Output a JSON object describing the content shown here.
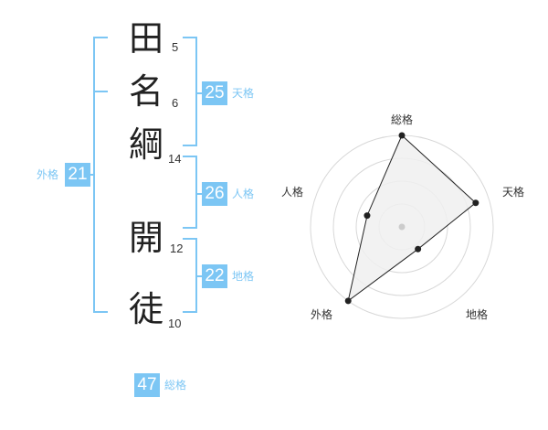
{
  "name": {
    "chars": [
      {
        "char": "田",
        "strokes": "5"
      },
      {
        "char": "名",
        "strokes": "6"
      },
      {
        "char": "綱",
        "strokes": "14"
      },
      {
        "char": "開",
        "strokes": "12"
      },
      {
        "char": "徒",
        "strokes": "10"
      }
    ]
  },
  "grades": {
    "tenkaku": {
      "label": "天格",
      "value": "25"
    },
    "jinkaku": {
      "label": "人格",
      "value": "26"
    },
    "chikaku": {
      "label": "地格",
      "value": "22"
    },
    "gaikaku": {
      "label": "外格",
      "value": "21"
    },
    "soukaku": {
      "label": "総格",
      "value": "47"
    }
  },
  "chart_data": {
    "type": "radar",
    "axes": [
      "総格",
      "天格",
      "地格",
      "外格",
      "人格"
    ],
    "values": [
      1.0,
      0.85,
      0.3,
      1.0,
      0.4
    ],
    "rings": 4,
    "colors": {
      "fill": "#f0f0f0",
      "line": "#222222",
      "ring": "#d8d8d8",
      "center": "#cccccc"
    }
  }
}
